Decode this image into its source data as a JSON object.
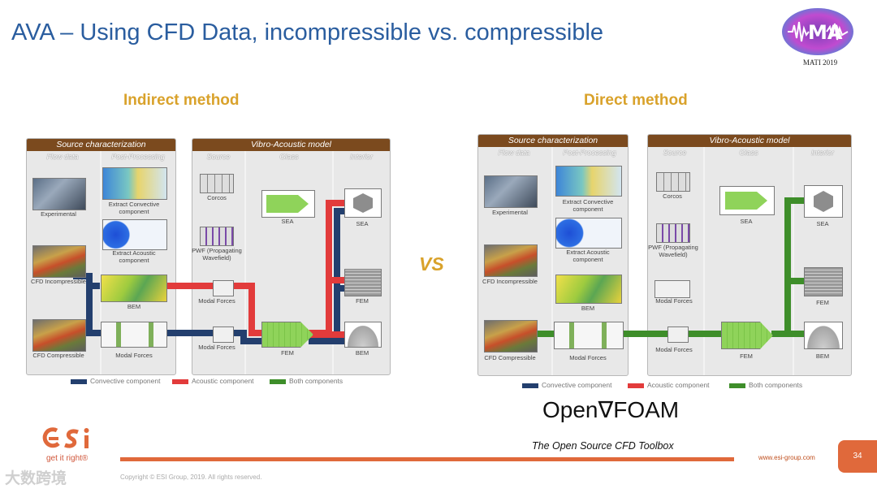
{
  "slide": {
    "title": "AVA – Using CFD Data, incompressible vs. compressible",
    "logo_year": "MATI 2019",
    "vs": "VS",
    "page_number": "34",
    "url": "www.esi-group.com",
    "copyright": "Copyright © ESI Group, 2019. All rights reserved.",
    "brand_tagline": "get it right®",
    "watermark": "大数跨境",
    "openfoam_logo": "Open∇FOAM",
    "openfoam_tagline": "The Open Source CFD Toolbox",
    "colors": {
      "accent": "#e0693b",
      "title": "#2a5d9f",
      "method": "#d9a22b",
      "header": "#7b4a1e",
      "convective": "#233f6e",
      "acoustic": "#e23b3b",
      "both": "#3e8e2a"
    }
  },
  "diagrams": {
    "left": {
      "heading": "Indirect method",
      "source_header": "Source characterization",
      "vibro_header": "Vibro-Acoustic model",
      "cols": {
        "flow": "Flow data",
        "post": "Post-Processing",
        "source": "Source",
        "glass": "Glass",
        "interior": "Interior"
      },
      "labels": {
        "experimental": "Experimental",
        "extract_conv": "Extract Convective component",
        "extract_ac": "Extract Acoustic component",
        "cfd_inc": "CFD Incompressible",
        "cfd_comp": "CFD Compressible",
        "bem": "BEM",
        "modal_forces_post": "Modal Forces",
        "corcos": "Corcos",
        "pwf": "PWF (Propagating Wavefield)",
        "modal1": "Modal Forces",
        "modal2": "Modal Forces",
        "sea_glass": "SEA",
        "fem_glass": "FEM",
        "sea_int": "SEA",
        "fem_int": "FEM",
        "bem_int": "BEM"
      },
      "legend": [
        "Convective component",
        "Acoustic component",
        "Both components"
      ]
    },
    "right": {
      "heading": "Direct method",
      "source_header": "Source characterization",
      "vibro_header": "Vibro-Acoustic model",
      "cols": {
        "flow": "Flow data",
        "post": "Post-Processing",
        "source": "Source",
        "glass": "Glass",
        "interior": "Interior"
      },
      "labels": {
        "experimental": "Experimental",
        "extract_conv": "Extract Convective component",
        "extract_ac": "Extract Acoustic component",
        "cfd_inc": "CFD Incompressible",
        "cfd_comp": "CFD Compressible",
        "bem": "BEM",
        "modal_forces_post": "Modal Forces",
        "corcos": "Corcos",
        "pwf": "PWF (Propagating Wavefield)",
        "modal1": "Modal Forces",
        "sea_glass": "SEA",
        "fem_glass": "FEM",
        "sea_int": "SEA",
        "fem_int": "FEM",
        "bem_int": "BEM"
      },
      "legend": [
        "Convective component",
        "Acoustic component",
        "Both components"
      ]
    }
  }
}
